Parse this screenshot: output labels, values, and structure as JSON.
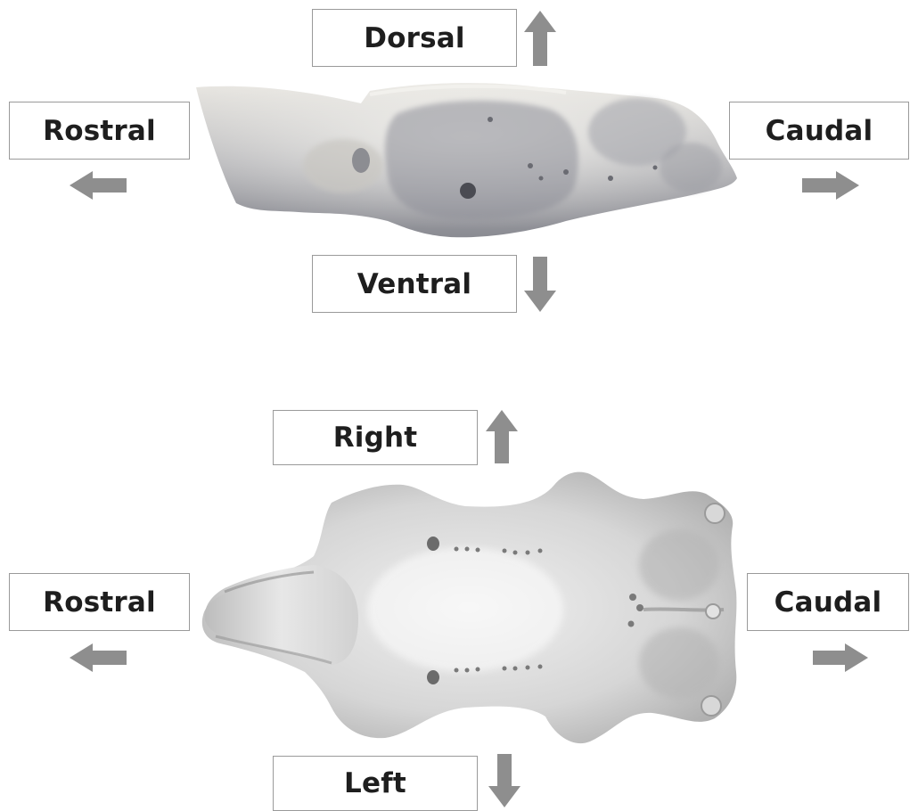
{
  "colors": {
    "arrow": "#8e8e8e",
    "box_border": "#9a9a9a",
    "text": "#1e1e1e"
  },
  "lateral_view": {
    "dorsal_label": "Dorsal",
    "ventral_label": "Ventral",
    "rostral_label": "Rostral",
    "caudal_label": "Caudal"
  },
  "ventral_view": {
    "right_label": "Right",
    "left_label": "Left",
    "rostral_label": "Rostral",
    "caudal_label": "Caudal"
  },
  "icons": [
    "arrow-up-icon",
    "arrow-down-icon",
    "arrow-left-icon",
    "arrow-right-icon"
  ]
}
